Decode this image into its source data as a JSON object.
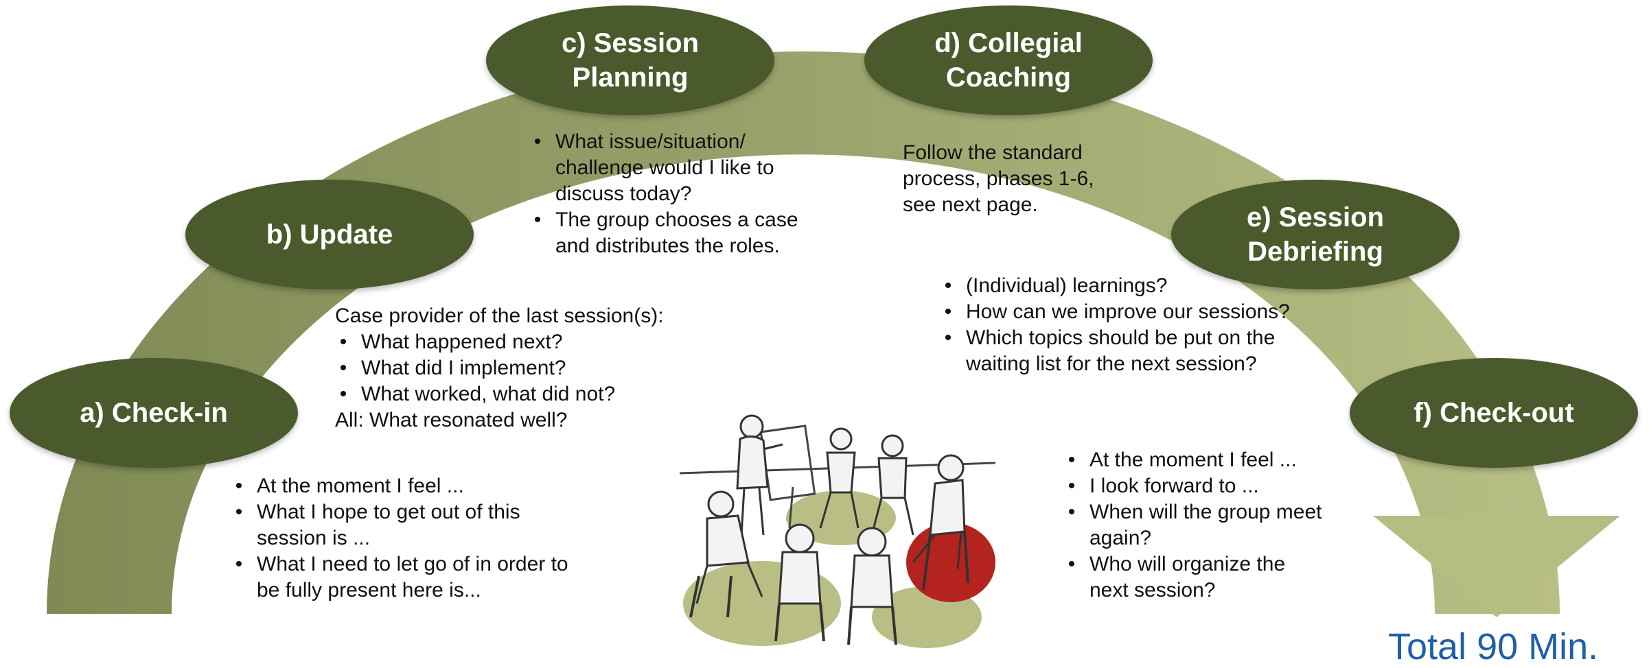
{
  "nodes": {
    "a": {
      "line1": "a) Check-in",
      "line2": ""
    },
    "b": {
      "line1": "b) Update",
      "line2": ""
    },
    "c": {
      "line1": "c) Session",
      "line2": "Planning"
    },
    "d": {
      "line1": "d) Collegial",
      "line2": "Coaching"
    },
    "e": {
      "line1": "e) Session",
      "line2": "Debriefing"
    },
    "f": {
      "line1": "f) Check-out",
      "line2": ""
    }
  },
  "texts": {
    "checkin": [
      "At the moment I feel ...",
      "What I hope to get out of this session is ...",
      "What I need to let go of in order to be fully present here is..."
    ],
    "update": {
      "intro": "Case provider of the last session(s):",
      "items": [
        "What happened next?",
        "What did I implement?",
        "What worked, what did not?"
      ],
      "outro": "All: What resonated well?"
    },
    "planning": [
      "What issue/situation/ challenge would I like to discuss today?",
      "The group chooses a case and distributes the roles."
    ],
    "coaching": "Follow the standard process, phases 1-6, see next page.",
    "debriefing": [
      "(Individual) learnings?",
      "How can we improve our sessions?",
      "Which topics should be put on the waiting list for the next session?"
    ],
    "checkout": [
      "At the moment I feel ...",
      "I look forward to  ...",
      "When will the group meet again?",
      "Who will organize the next session?"
    ]
  },
  "total": "Total 90 Min.",
  "colors": {
    "node": "#4b5a2c",
    "arc_dark": "#8a9462",
    "arc_light": "#b6bd83",
    "total_text": "#1f5fa8",
    "floor_green": "#b9bf84",
    "floor_red": "#b5231e"
  }
}
